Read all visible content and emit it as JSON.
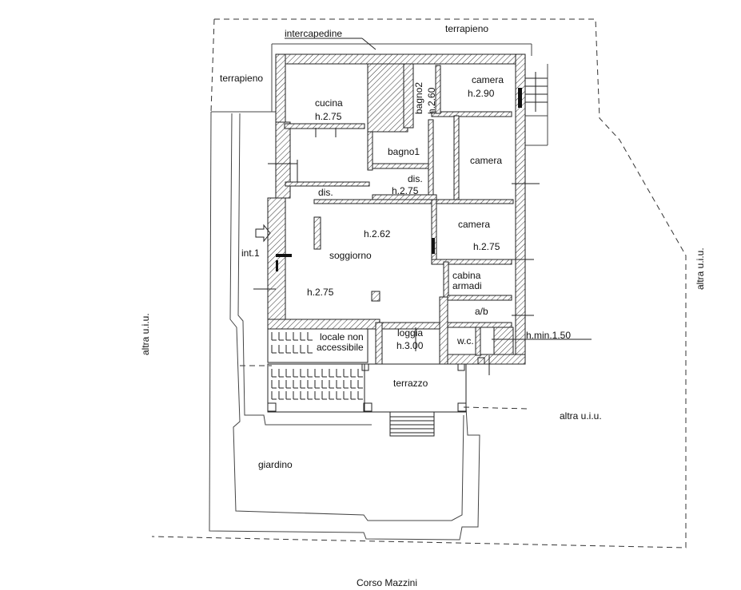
{
  "labels": {
    "intercapedine": "intercapedine",
    "terrapieno_top": "terrapieno",
    "terrapieno_left": "terrapieno",
    "cucina": "cucina",
    "cucina_h": "h.2.75",
    "bagno2": "bagno2",
    "bagno2_h": "h.2.60",
    "camera_top": "camera",
    "camera_top_h": "h.2.90",
    "bagno1": "bagno1",
    "camera_mid": "camera",
    "dis_left": "dis.",
    "dis_center": "dis.",
    "dis_center_h": "h.2.75",
    "soggiorno_h": "h.2.62",
    "soggiorno": "soggiorno",
    "camera_right": "camera",
    "camera_right_h": "h.2.75",
    "int1": "int.1",
    "cabina": "cabina",
    "armadi": "armadi",
    "living_h": "h.2.75",
    "ab": "a/b",
    "locale_non": "locale non",
    "accessibile": "accessibile",
    "loggia": "loggia",
    "loggia_h": "h.3.00",
    "wc": "w.c.",
    "hmin": "h.min.1.50",
    "altra_left": "altra u.i.u.",
    "altra_right": "altra u.i.u.",
    "altra_bottom": "altra u.i.u.",
    "terrazzo": "terrazzo",
    "giardino": "giardino",
    "street": "Corso Mazzini"
  }
}
